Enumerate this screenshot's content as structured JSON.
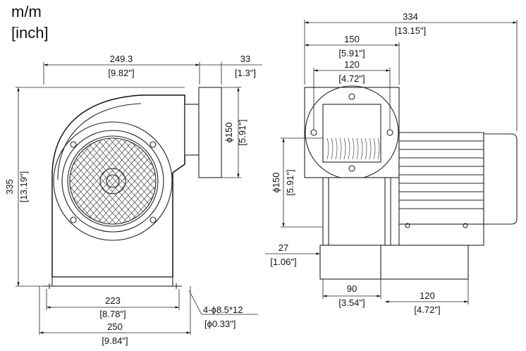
{
  "units": {
    "line1": "m/m",
    "line2": "[inch]"
  },
  "side_view": {
    "width": {
      "mm": "249.3",
      "inch": "[9.82\"]"
    },
    "flange_depth": {
      "mm": "33",
      "inch": "[1.3\"]"
    },
    "outlet_dia": {
      "mm": "ϕ150",
      "inch": "[5.91\"]"
    },
    "height": {
      "mm": "335",
      "inch": "[13.19\"]"
    },
    "base_holes_spacing": {
      "mm": "223",
      "inch": "[8.78\"]"
    },
    "base_width": {
      "mm": "250",
      "inch": "[9.84\"]"
    },
    "mount_holes": {
      "mm": "4-ϕ8.5*12",
      "inch": "[ϕ0.33\"]"
    }
  },
  "front_view": {
    "total_length": {
      "mm": "334",
      "inch": "[13.15\"]"
    },
    "flange_width": {
      "mm": "150",
      "inch": "[5.91\"]"
    },
    "bolt_spacing": {
      "mm": "120",
      "inch": "[4.72\"]"
    },
    "inlet_dia": {
      "mm": "ϕ150",
      "inch": "[5.91\"]"
    },
    "base_offset": {
      "mm": "27",
      "inch": "[1.06\"]"
    },
    "base_depth": {
      "mm": "90",
      "inch": "[3.54\"]"
    },
    "motor_base": {
      "mm": "120",
      "inch": "[4.72\"]"
    }
  }
}
